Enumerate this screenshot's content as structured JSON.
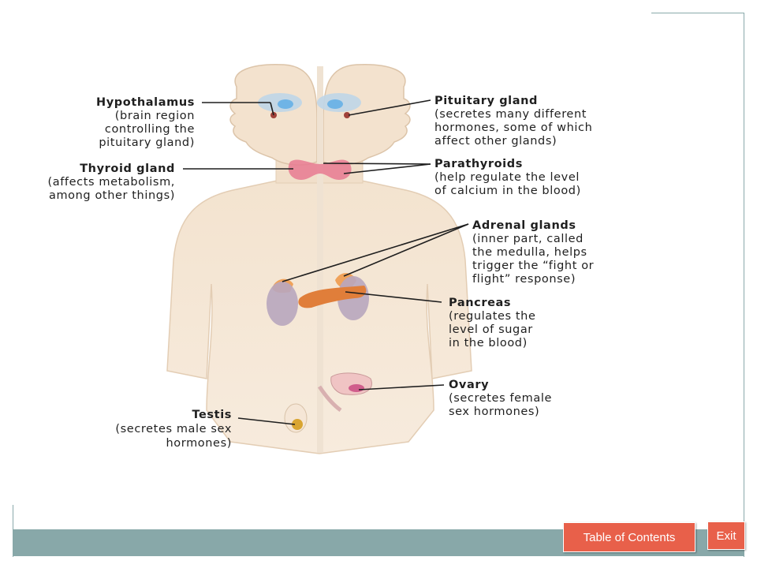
{
  "labels": {
    "hypothalamus": {
      "title": "Hypothalamus",
      "lines": [
        "(brain region",
        "controlling the",
        "pituitary gland)"
      ]
    },
    "thyroid": {
      "title": "Thyroid gland",
      "lines": [
        "(affects metabolism,",
        "among other things)"
      ]
    },
    "pituitary": {
      "title": "Pituitary gland",
      "lines": [
        "(secretes many different",
        "hormones, some of which",
        "affect other glands)"
      ]
    },
    "parathyroids": {
      "title": "Parathyroids",
      "lines": [
        "(help regulate the level",
        "of calcium in the blood)"
      ]
    },
    "adrenal": {
      "title": "Adrenal glands",
      "lines": [
        "(inner part, called",
        "the medulla, helps",
        "trigger the “fight or",
        "flight” response)"
      ]
    },
    "pancreas": {
      "title": "Pancreas",
      "lines": [
        "(regulates the",
        "level of sugar",
        "in the blood)"
      ]
    },
    "ovary": {
      "title": "Ovary",
      "lines": [
        "(secretes female",
        "sex hormones)"
      ]
    },
    "testis": {
      "title": "Testis",
      "lines": [
        "(secretes male sex",
        "hormones)"
      ]
    }
  },
  "nav": {
    "toc_label": "Table of Contents",
    "exit_label": "Exit"
  },
  "colors": {
    "bar": "#88a8a9",
    "button": "#e8604a"
  }
}
